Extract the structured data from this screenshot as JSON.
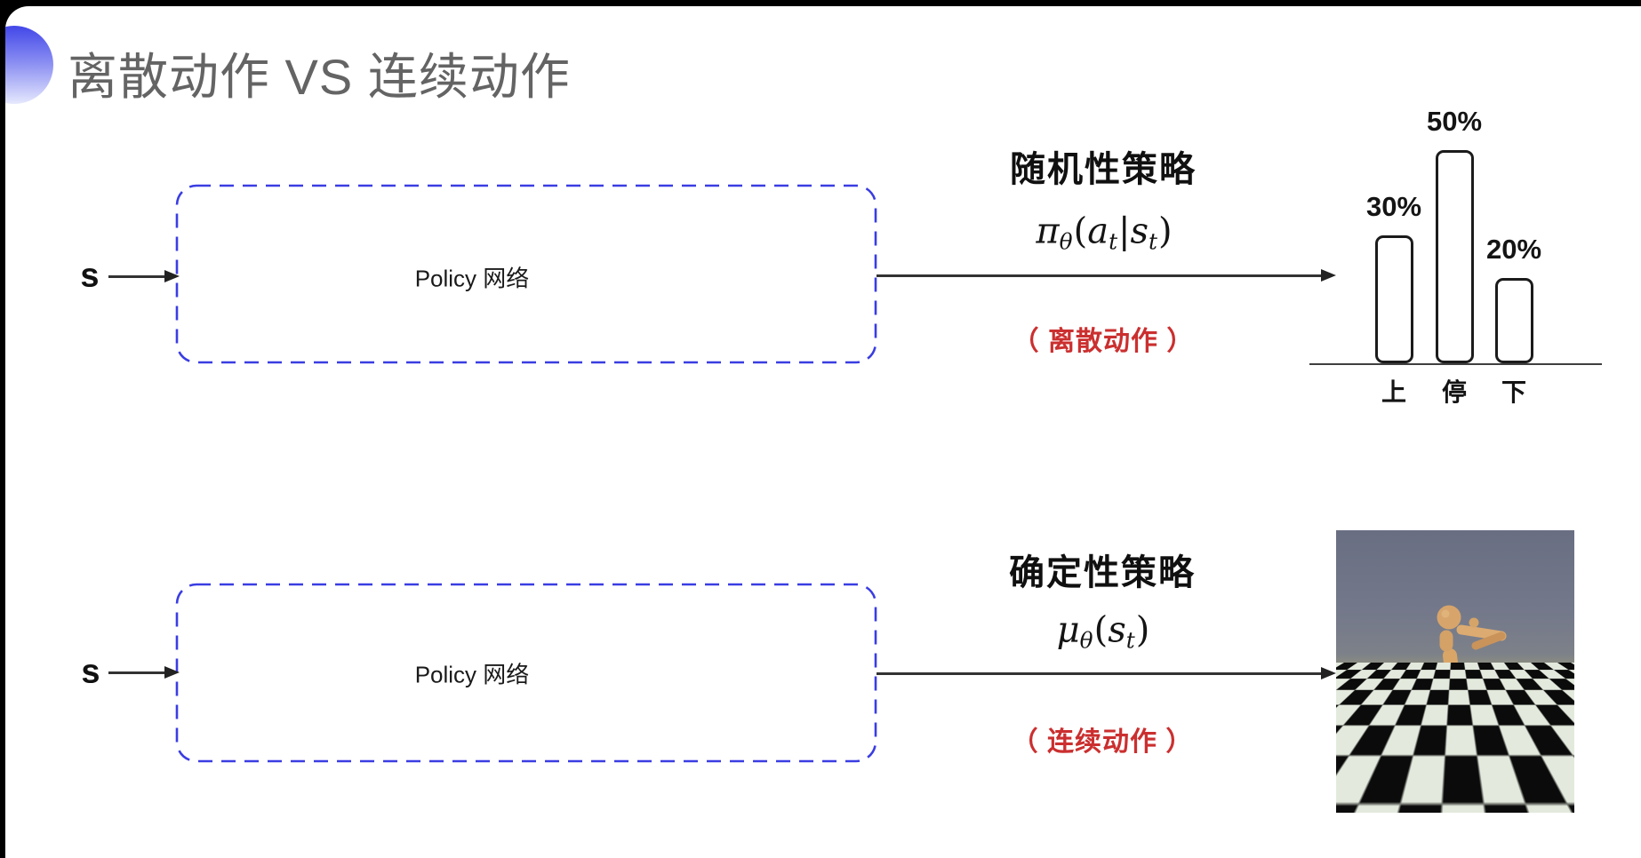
{
  "slide": {
    "title": "离散动作 VS 连续动作"
  },
  "flows": {
    "stochastic": {
      "state_label": "s",
      "box_label": "Policy 网络",
      "policy_name": "随机性策略",
      "action_note": "（ 离散动作 ）"
    },
    "deterministic": {
      "state_label": "s",
      "box_label": "Policy 网络",
      "policy_name": "确定性策略",
      "action_note": "（ 连续动作 ）"
    }
  },
  "formulas": {
    "stochastic": [
      {
        "t": "i",
        "v": "π"
      },
      {
        "t": "s",
        "v": "θ"
      },
      {
        "t": "n",
        "v": "("
      },
      {
        "t": "i",
        "v": "a"
      },
      {
        "t": "s",
        "v": "t"
      },
      {
        "t": "n",
        "v": "|"
      },
      {
        "t": "i",
        "v": "s"
      },
      {
        "t": "s",
        "v": "t"
      },
      {
        "t": "n",
        "v": ")"
      }
    ],
    "deterministic": [
      {
        "t": "i",
        "v": "μ"
      },
      {
        "t": "s",
        "v": "θ"
      },
      {
        "t": "n",
        "v": "("
      },
      {
        "t": "i",
        "v": "s"
      },
      {
        "t": "s",
        "v": "t"
      },
      {
        "t": "n",
        "v": ")"
      }
    ]
  },
  "chart_data": {
    "type": "bar",
    "title": "",
    "xlabel": "",
    "ylabel": "",
    "categories": [
      "上",
      "停",
      "下"
    ],
    "values": [
      30,
      50,
      20
    ],
    "value_labels": [
      "30%",
      "50%",
      "20%"
    ],
    "ylim": [
      0,
      55
    ],
    "grid": false,
    "legend": "none",
    "bar_style": {
      "fill": "#ffffff",
      "stroke": "#1b1b1b"
    }
  },
  "colors": {
    "accent_blue": "#3a3de2",
    "title_gray": "#646464",
    "note_red": "#cb2f2f",
    "arrow": "#333333",
    "sky": "#73788a",
    "tile_dark": "#0b0b0b",
    "tile_light": "#e3eadd",
    "robot_skin": "#d6a265"
  }
}
